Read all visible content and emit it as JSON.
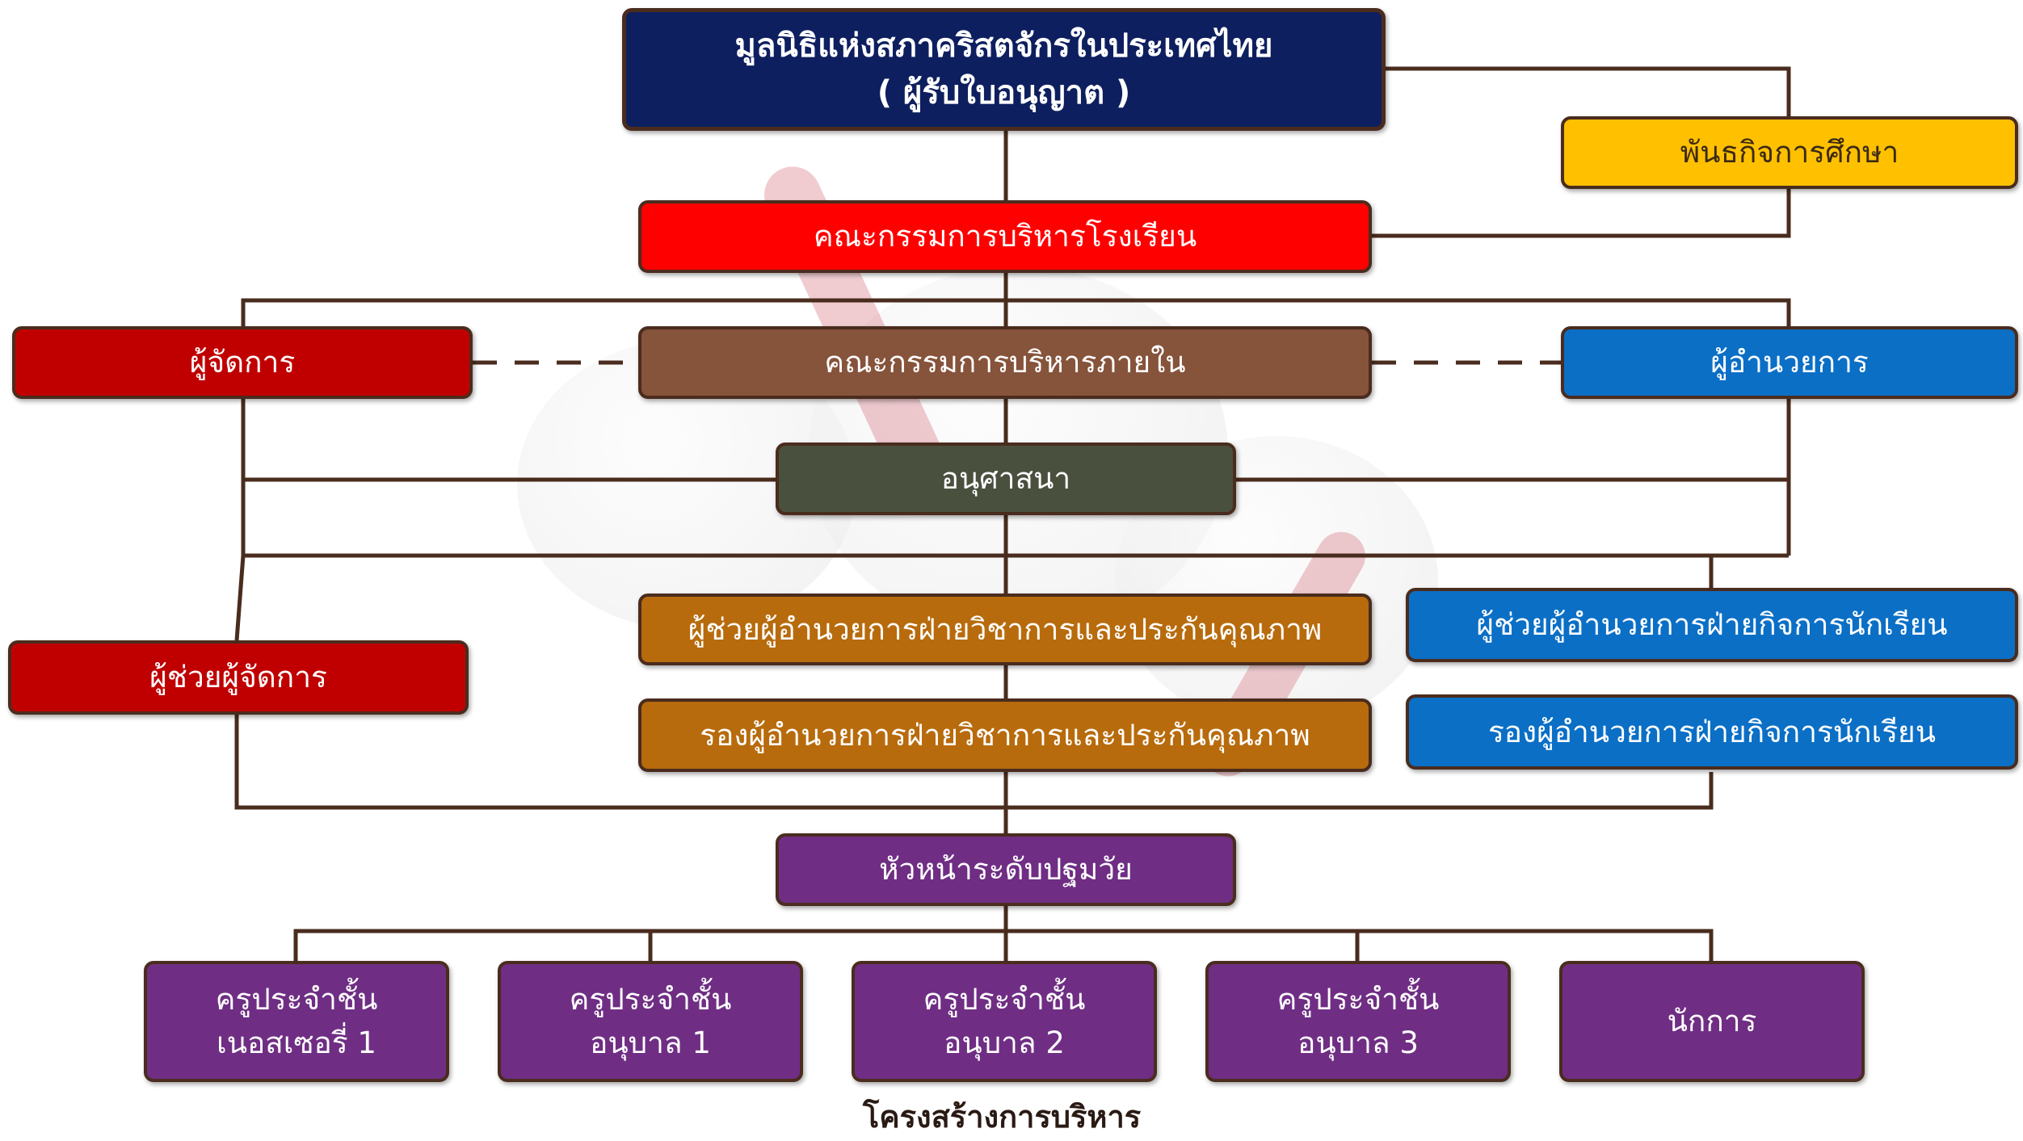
{
  "org": {
    "foundation": {
      "line1": "มูลนิธิแห่งสภาคริสตจักรในประเทศไทย",
      "line2": "( ผู้รับใบอนุญาต )"
    },
    "mission": "พันธกิจการศึกษา",
    "school_board": "คณะกรรมการบริหารโรงเรียน",
    "manager": "ผู้จัดการ",
    "internal_committee": "คณะกรรมการบริหารภายใน",
    "director": "ผู้อำนวยการ",
    "chaplain": "อนุศาสนา",
    "asst_director_academic": "ผู้ช่วยผู้อำนวยการฝ่ายวิชาการและประกันคุณภาพ",
    "deputy_director_academic": "รองผู้อำนวยการฝ่ายวิชาการและประกันคุณภาพ",
    "asst_director_student": "ผู้ช่วยผู้อำนวยการฝ่ายกิจการนักเรียน",
    "deputy_director_student": "รองผู้อำนวยการฝ่ายกิจการนักเรียน",
    "asst_manager": "ผู้ช่วยผู้จัดการ",
    "head_early_childhood": "หัวหน้าระดับปฐมวัย",
    "teachers": [
      {
        "line1": "ครูประจำชั้น",
        "line2": "เนอสเซอรี่ 1"
      },
      {
        "line1": "ครูประจำชั้น",
        "line2": "อนุบาล 1"
      },
      {
        "line1": "ครูประจำชั้น",
        "line2": "อนุบาล 2"
      },
      {
        "line1": "ครูประจำชั้น",
        "line2": "อนุบาล 3"
      }
    ],
    "staff": "นักการ"
  },
  "caption": "โครงสร้างการบริหาร",
  "colors": {
    "foundation": "#0e1f5f",
    "mission": "#ffc000",
    "school_board": "#ff0000",
    "manager": "#c00000",
    "internal_committee": "#86533b",
    "director": "#0b6fc6",
    "chaplain": "#4a503e",
    "academic": "#b86b0c",
    "student_affairs": "#0b6fc6",
    "early_childhood": "#6f2e84",
    "connector": "#4a2c1e"
  }
}
